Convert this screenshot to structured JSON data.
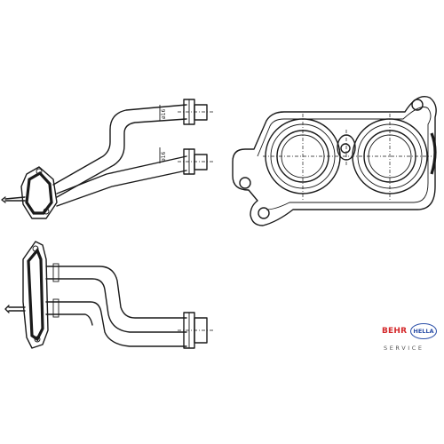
{
  "diagram": {
    "dimensions": [
      "ø16",
      "ø16"
    ]
  },
  "branding": {
    "behr": "BEHR",
    "hella": "HELLA",
    "service": "SERVICE",
    "behr_color": "#d4282a",
    "hella_color": "#2b4fa8"
  }
}
